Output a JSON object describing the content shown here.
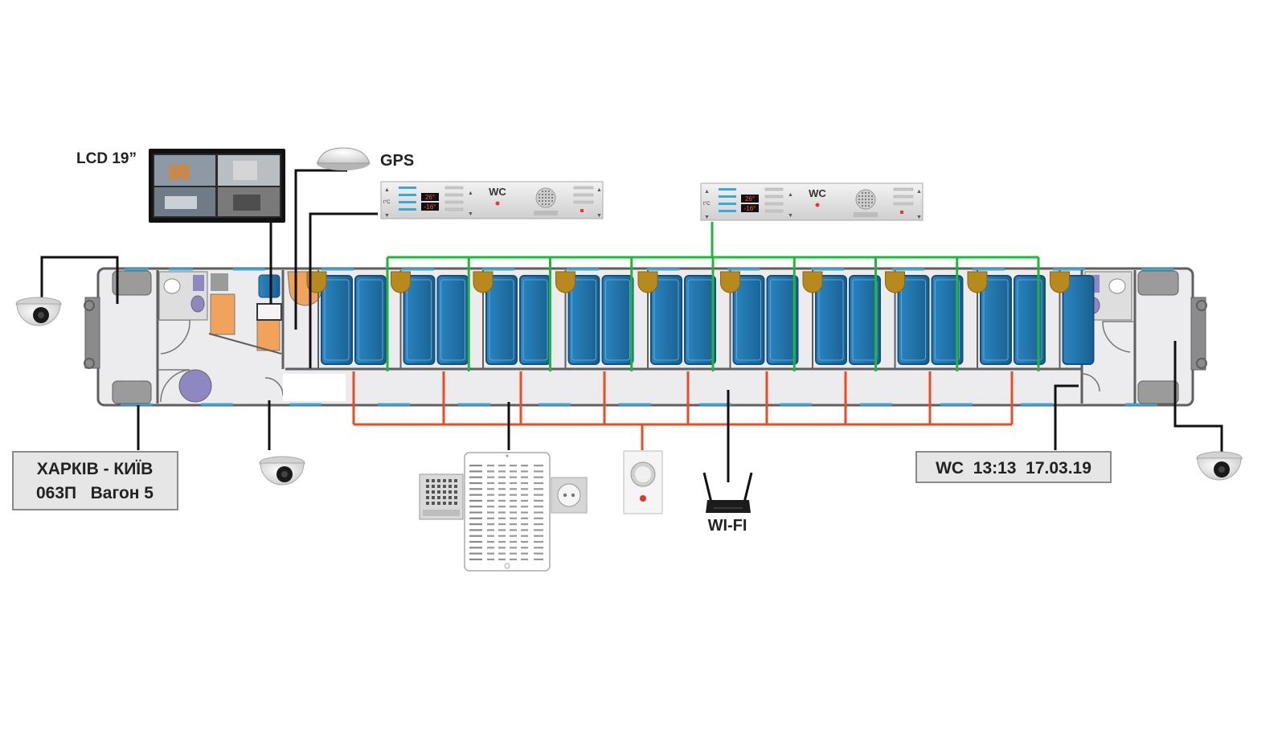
{
  "labels": {
    "lcd": "LCD 19”",
    "gps": "GPS",
    "wifi": "WI-FI"
  },
  "route_sign": {
    "line1": "ХАРКІВ - КИЇВ",
    "line2": "063П   Вагон 5"
  },
  "wc_sign": {
    "text": "WC  13:13  17.03.19"
  },
  "control_panel": {
    "wc_text": "WC",
    "temp_top": "26°",
    "temp_bottom": "-16°",
    "unit": "t°C"
  },
  "compartments": {
    "count": 9
  },
  "colors": {
    "green_bus": "#22b53a",
    "red_bus": "#ee4a24",
    "seat_blue": "#1f72ad",
    "seat_dark": "#174f7c",
    "table_gold": "#b8891c",
    "orange": "#f1a35c",
    "outline": "#5f5f5f",
    "floor": "#e8e8ea",
    "sign_bg": "#e6e6e6",
    "window_cyan": "#3aa9d6"
  }
}
